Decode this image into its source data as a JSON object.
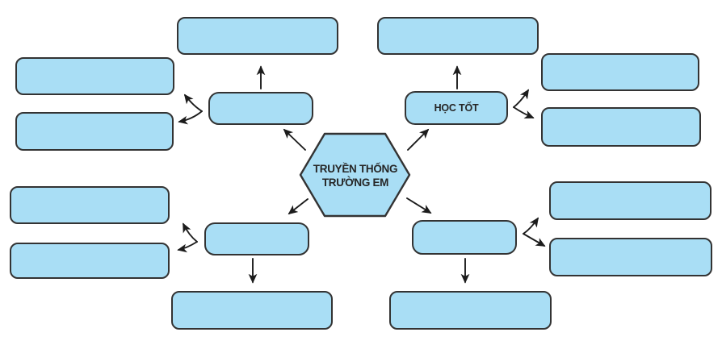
{
  "diagram": {
    "type": "mindmap",
    "center_hexagon": {
      "label_line1": "TRUYỀN THỐNG",
      "label_line2": "TRƯỜNG EM"
    },
    "hubs": {
      "top_left": {
        "label": ""
      },
      "top_right": {
        "label": "HỌC TỐT"
      },
      "bottom_left": {
        "label": ""
      },
      "bottom_right": {
        "label": ""
      }
    },
    "empty_slots": {
      "count": 12,
      "labels": [
        "",
        "",
        "",
        "",
        "",
        "",
        "",
        "",
        "",
        "",
        "",
        ""
      ]
    },
    "colors": {
      "shape_fill": "#a9def5",
      "shape_border": "#333333",
      "arrow": "#1c1c1c",
      "label_text": "#262626",
      "background": "#ffffff"
    }
  }
}
